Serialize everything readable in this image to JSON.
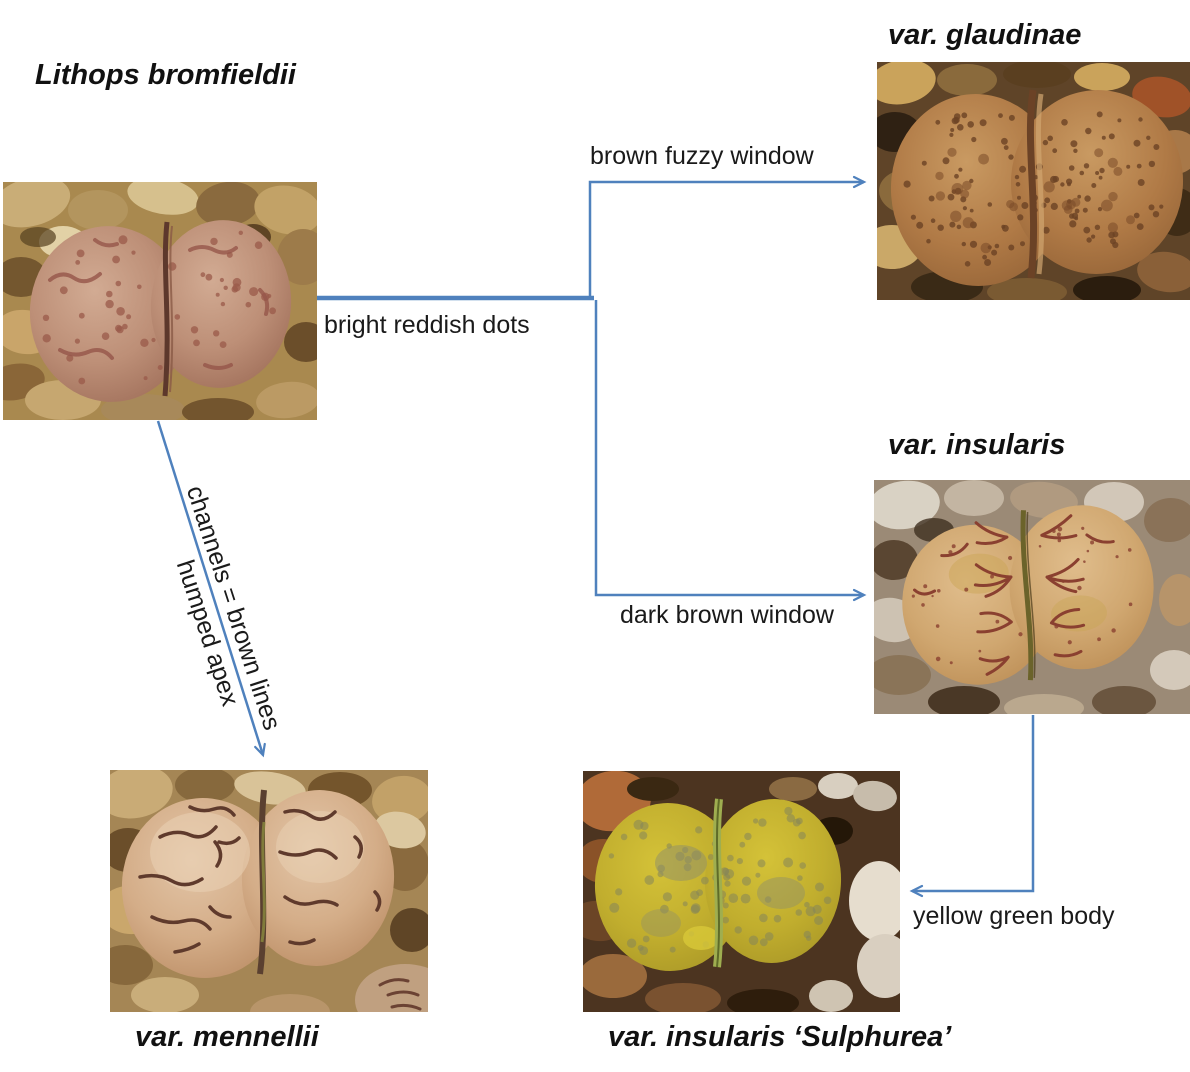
{
  "page": {
    "background": "#ffffff"
  },
  "accent_color": "#4f81bd",
  "species": {
    "title": "Lithops bromfieldii",
    "photo": "lithops-bromfieldii-photo",
    "body_color": "#bd8f77"
  },
  "varieties": [
    {
      "id": "glaudinae",
      "title": "var. glaudinae",
      "body_color": "#b07a46"
    },
    {
      "id": "insularis",
      "title": "var. insularis",
      "body_color": "#d0a770"
    },
    {
      "id": "mennellii",
      "title": "var. mennellii",
      "body_color": "#d4ad88"
    },
    {
      "id": "sulphurea",
      "title": "var. insularis ‘Sulphurea’",
      "body_color": "#c1ae2e"
    }
  ],
  "edge_labels": {
    "bright_reddish_dots": "bright reddish dots",
    "brown_fuzzy_window": "brown fuzzy window",
    "dark_brown_window": "dark brown window",
    "channels_line1": "channels = brown lines",
    "channels_line2": "humped apex",
    "yellow_green_body": "yellow green body"
  }
}
